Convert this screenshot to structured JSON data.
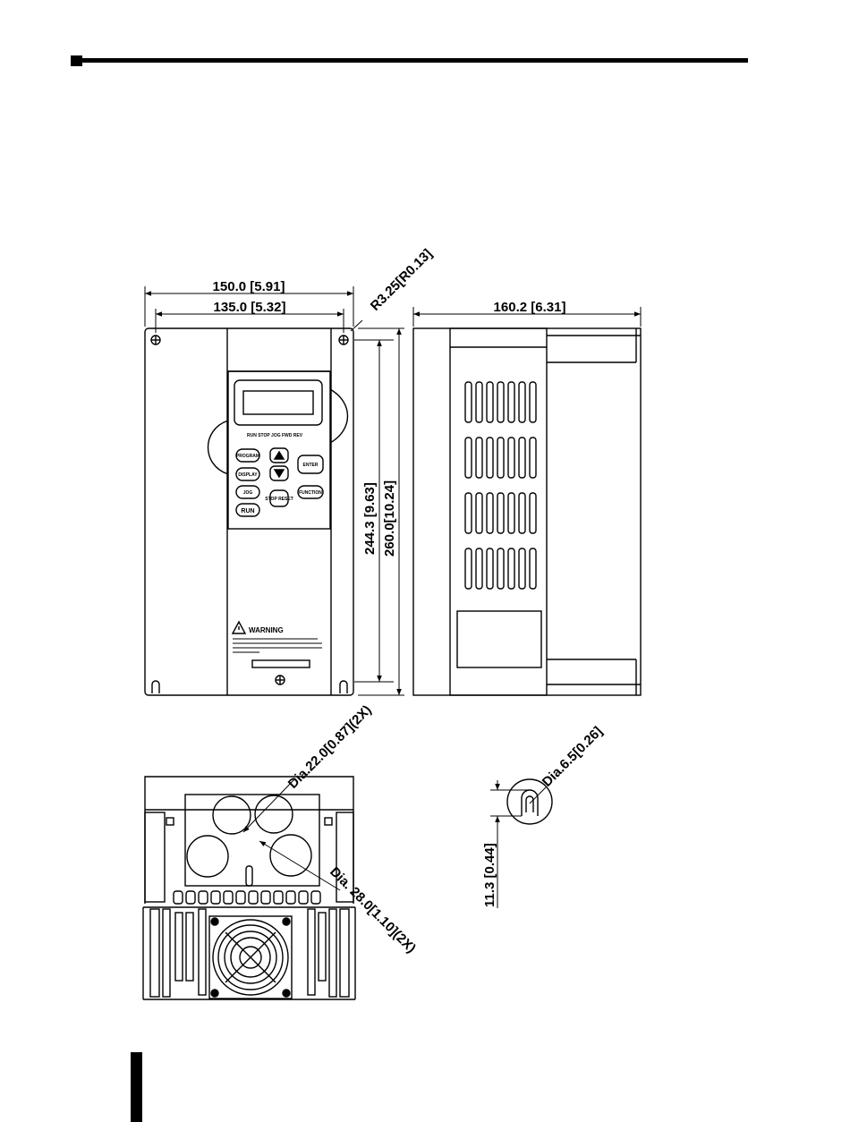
{
  "dimensions": {
    "overall_width": "150.0 [5.91]",
    "mount_width": "135.0 [5.32]",
    "corner_radius": "R3.25[R0.13]",
    "depth": "160.2 [6.31]",
    "mount_height": "244.3 [9.63]",
    "overall_height": "260.0[10.24]",
    "hole_small": "Dia.22.0[0.87](2X)",
    "hole_large": "Dia. 28.0[1.10](2X)",
    "slot_dia": "Dia.6.5[0.26]",
    "slot_height": "11.3 [0.44]"
  },
  "keypad": {
    "indicators": "RUN STOP JOG FWD REV",
    "keys": {
      "program": "PROGRAM",
      "display": "DISPLAY",
      "jog": "JOG",
      "run": "RUN",
      "enter": "ENTER",
      "function": "FUNCTION",
      "stop_reset": "STOP RESET"
    },
    "warning_title": "WARNING"
  }
}
